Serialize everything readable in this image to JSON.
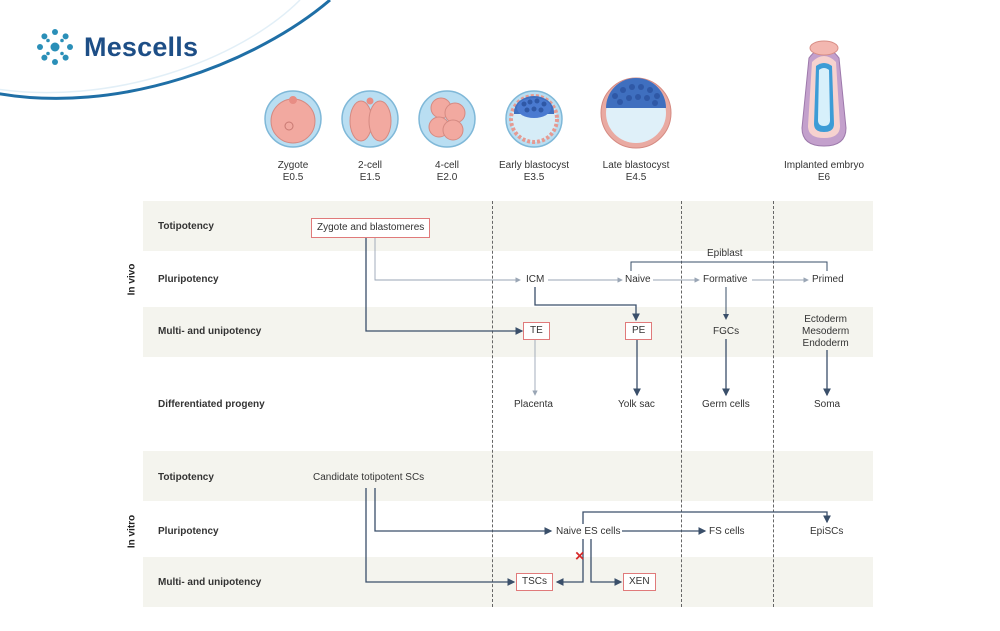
{
  "brand": {
    "name": "Mescells"
  },
  "stages": [
    {
      "name": "Zygote",
      "day": "E0.5"
    },
    {
      "name": "2-cell",
      "day": "E1.5"
    },
    {
      "name": "4-cell",
      "day": "E2.0"
    },
    {
      "name": "Early blastocyst",
      "day": "E3.5"
    },
    {
      "name": "Late blastocyst",
      "day": "E4.5"
    },
    {
      "name": "Implanted embryo",
      "day": "E6"
    }
  ],
  "in_vivo": {
    "label": "In vivo",
    "rows": [
      "Totipotency",
      "Pluripotency",
      "Multi- and unipotency",
      "Differentiated progeny"
    ],
    "nodes": {
      "zygote_blastomeres": "Zygote and blastomeres",
      "epiblast": "Epiblast",
      "icm": "ICM",
      "naive": "Naive",
      "formative": "Formative",
      "primed": "Primed",
      "te": "TE",
      "pe": "PE",
      "fgcs": "FGCs",
      "germ_layers": [
        "Ectoderm",
        "Mesoderm",
        "Endoderm"
      ],
      "placenta": "Placenta",
      "yolk_sac": "Yolk sac",
      "germ_cells": "Germ cells",
      "soma": "Soma"
    }
  },
  "in_vitro": {
    "label": "In vitro",
    "rows": [
      "Totipotency",
      "Pluripotency",
      "Multi- and unipotency"
    ],
    "nodes": {
      "candidate": "Candidate totipotent SCs",
      "naive_es": "Naive ES cells",
      "fs_cells": "FS cells",
      "episcs": "EpiSCs",
      "tscs": "TSCs",
      "xen": "XEN",
      "blocked_mark": "×"
    }
  },
  "colors": {
    "brand_blue": "#1d4e86",
    "teal": "#2a8fb8",
    "row_band": "#f4f4ee",
    "arrow": "#3a4f6a",
    "box_border": "#e07a7a",
    "blocked": "#d62b2b"
  }
}
